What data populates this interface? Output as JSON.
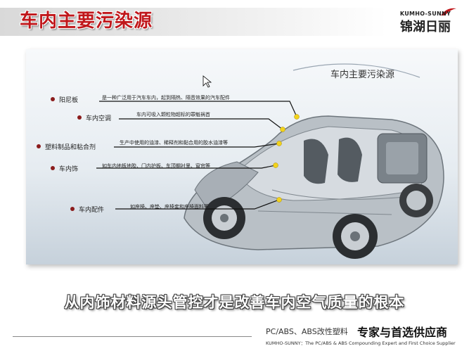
{
  "header": {
    "title": "车内主要污染源",
    "logo_en": "KUMHO-SUNNY",
    "logo_cn": "锦湖日丽",
    "colors": {
      "title": "#c0171b",
      "logo_swoosh": "#c0171b"
    }
  },
  "figure": {
    "title": "车内主要污染源",
    "callouts": [
      {
        "label": "阳尼板",
        "description": "是一种广泛用于汽车车内，起到隔热、隔音效果的汽车配件"
      },
      {
        "label": "车内空调",
        "description": "车内可吸入颗粒物超标的罪魁祸首"
      },
      {
        "label": "塑料制品和粘合剂",
        "description": "生产中使用的油漆、稀释剂和黏合用的胶水油漆等"
      },
      {
        "label": "车内饰",
        "description": "如车内地板地胶、门内护板、车顶棚衬里、窗帘等"
      },
      {
        "label": "车内配件",
        "description": "如座椅、座垫、座椅套和座椅面料等"
      }
    ],
    "colors": {
      "dot": "#8b1c1c",
      "marker": "#f2d21b"
    }
  },
  "slogan": "从内饰材料源头管控才是改善车内空气质量的根本",
  "footer": {
    "tagline_cn": "PC/ABS、ABS改性塑料",
    "tagline_strong": "专家与首选供应商",
    "tagline_en": "KUMHO-SUNNY：The PC/ABS & ABS Compounding Expert and First Choice Supplier"
  }
}
